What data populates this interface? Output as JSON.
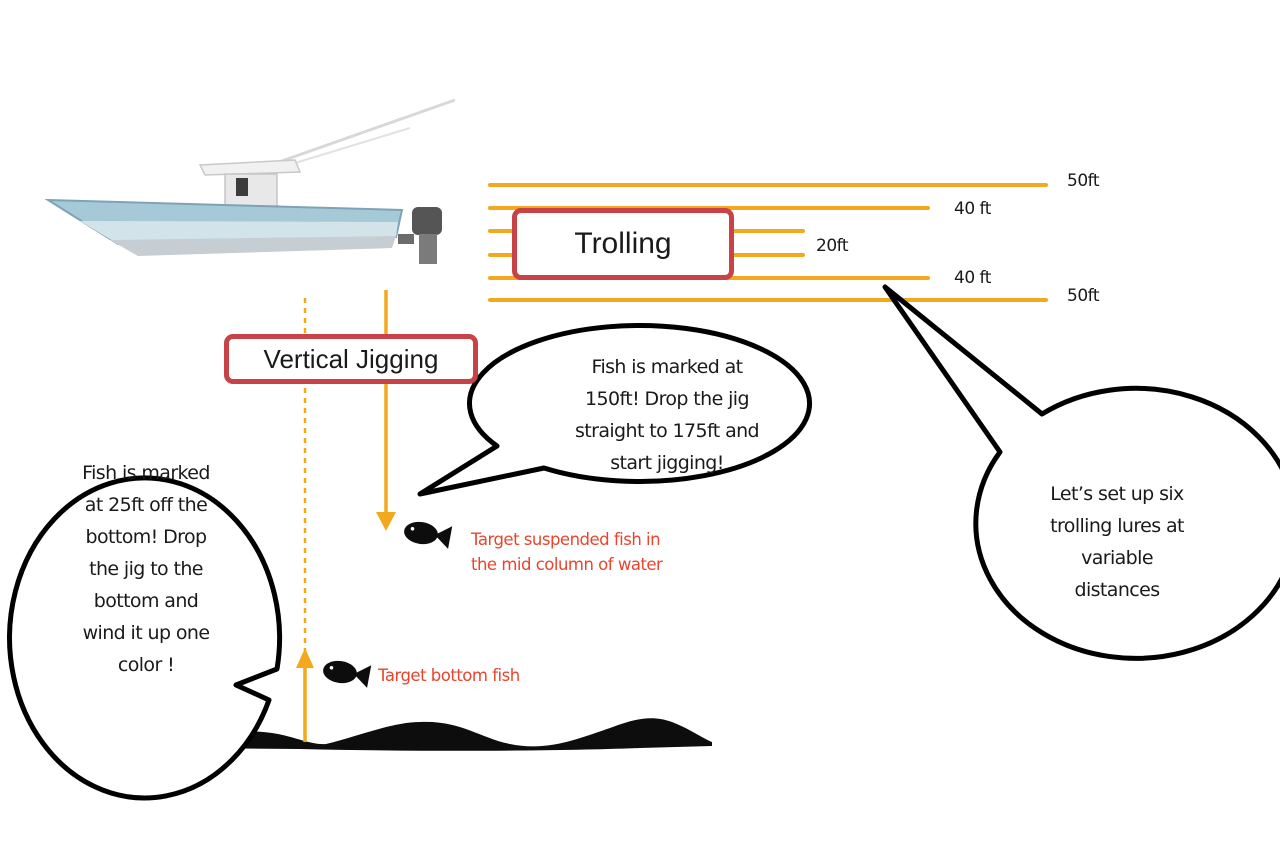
{
  "colors": {
    "line": "#f2a91d",
    "box_border": "#c84347",
    "note_text": "#e8452e",
    "ink": "#111111"
  },
  "trolling": {
    "label": "Trolling",
    "distances": {
      "top_outer": "50ft",
      "top_inner": "40 ft",
      "middle": "20ft",
      "bottom_inner": "40 ft",
      "bottom_outer": "50ft"
    }
  },
  "jigging": {
    "label": "Vertical Jigging"
  },
  "bubbles": {
    "jig_suspended": [
      "Fish is marked at",
      "150ft!  Drop the jig",
      "straight to 175ft and",
      "start jigging!"
    ],
    "jig_bottom": [
      "Fish is marked",
      "at 25ft off the",
      "bottom!  Drop",
      "the jig to the",
      "bottom and",
      "wind it up one",
      "color !"
    ],
    "trolling": [
      "Let’s set up six",
      "trolling lures at",
      "variable",
      "distances"
    ]
  },
  "notes": {
    "suspended": [
      "Target suspended fish in",
      "the mid column of water"
    ],
    "bottom": "Target bottom fish"
  },
  "icons": {
    "boat": "boat-icon",
    "fish": "fish-icon"
  }
}
